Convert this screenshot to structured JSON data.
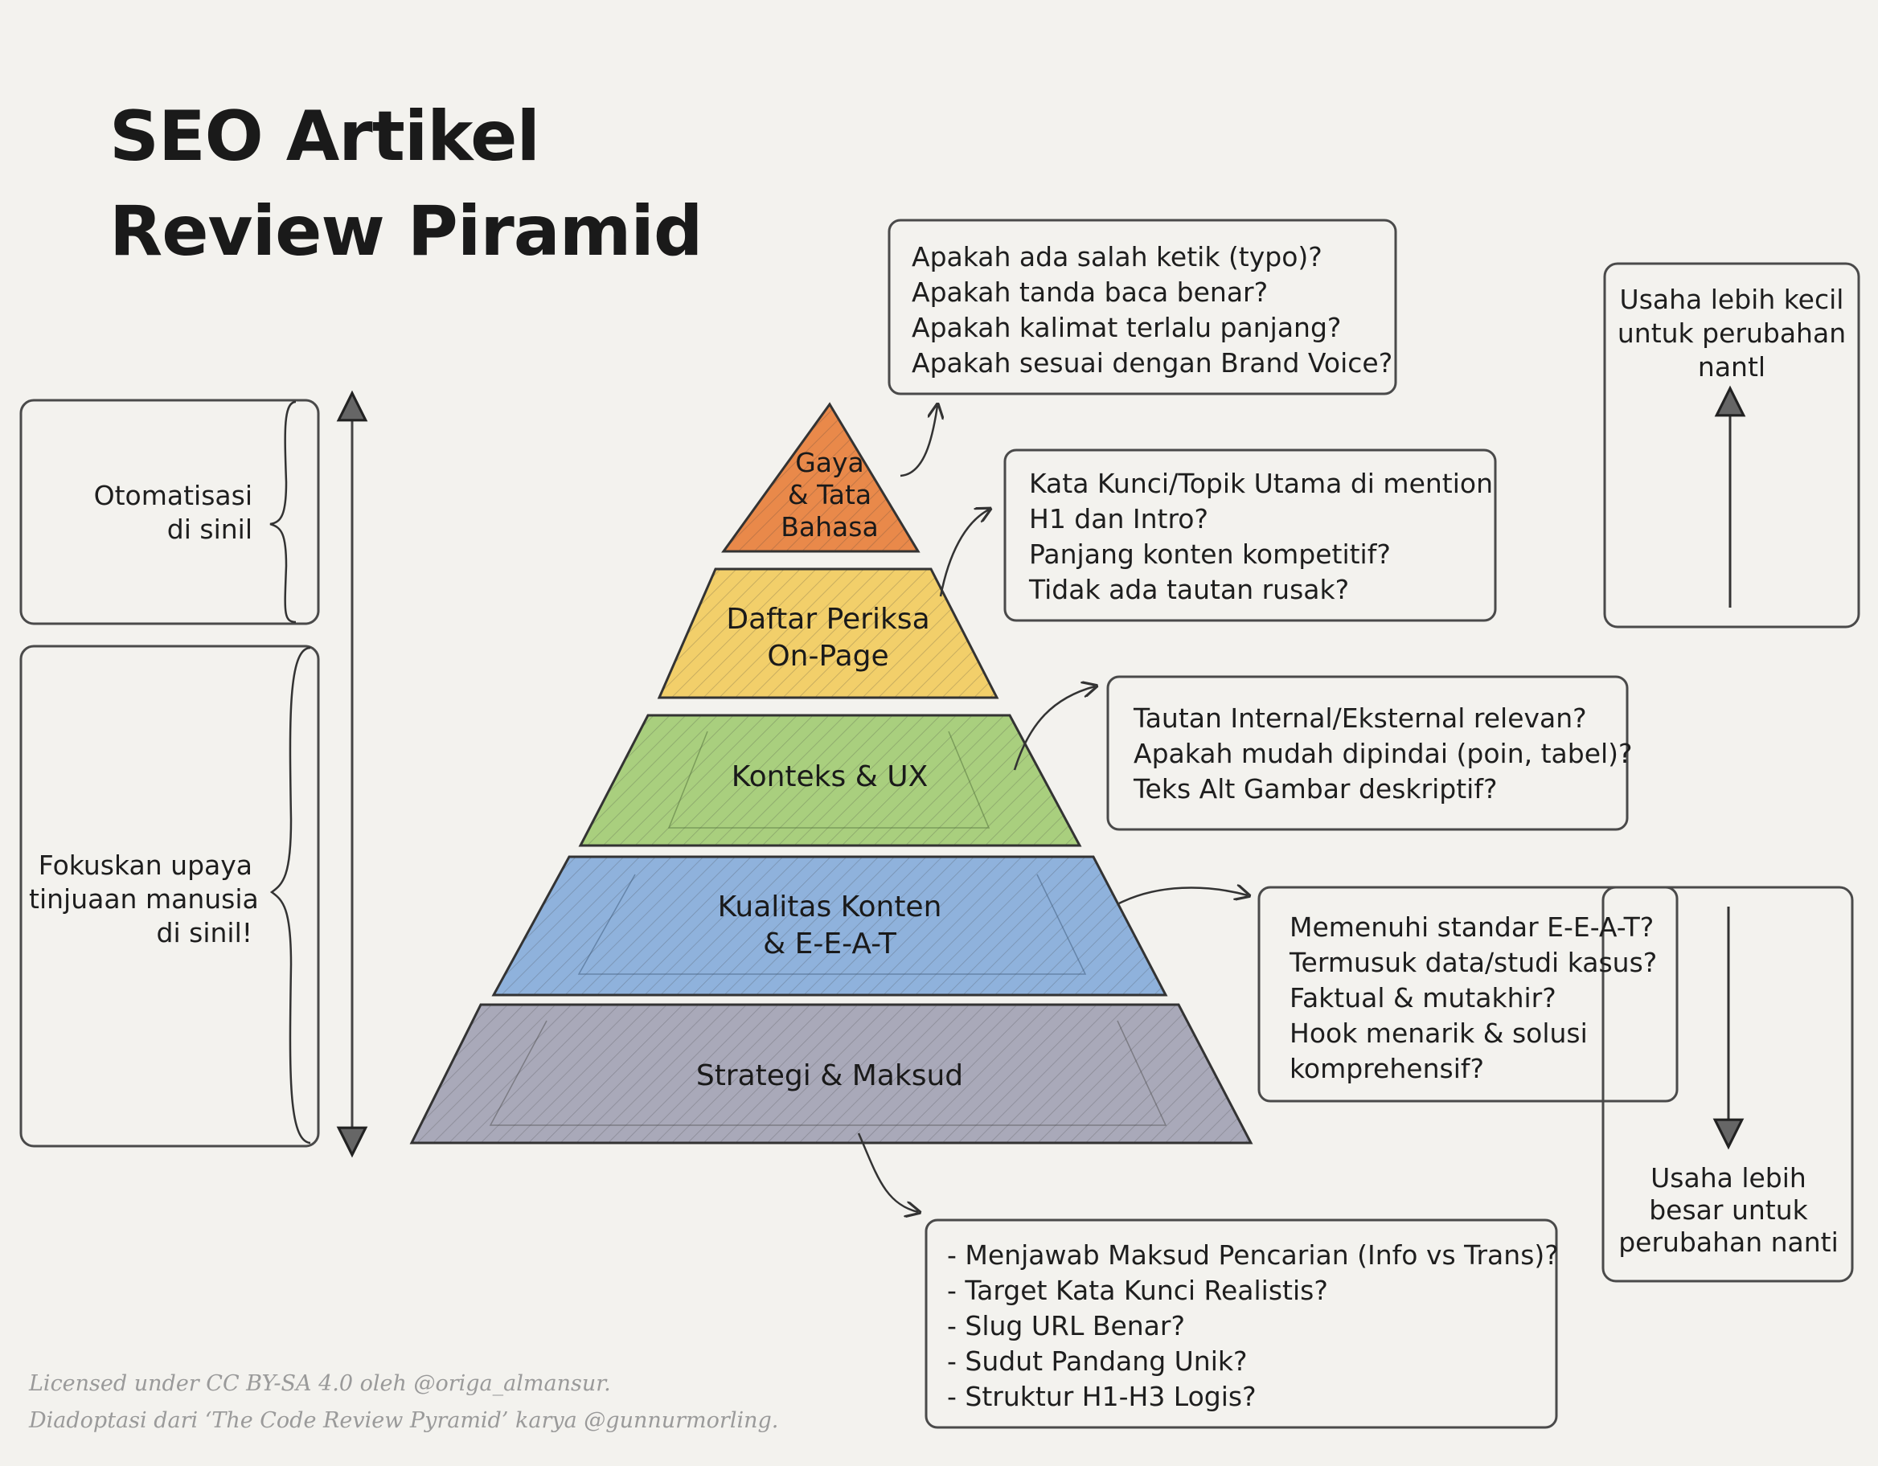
{
  "title": {
    "line1": "SEO Artikel",
    "line2": "Review Piramid"
  },
  "pyramid": {
    "layers": [
      {
        "id": "gaya",
        "label_lines": [
          "Gaya",
          "& Tata",
          "Bahasa"
        ],
        "color": "#e9894a"
      },
      {
        "id": "daftar",
        "label_lines": [
          "Daftar Periksa",
          "On-Page"
        ],
        "color": "#f2cf6a"
      },
      {
        "id": "konteks",
        "label_lines": [
          "Konteks & UX"
        ],
        "color": "#a9cf7e"
      },
      {
        "id": "kualitas",
        "label_lines": [
          "Kualitas Konten",
          "& E-E-A-T"
        ],
        "color": "#8fb2dc"
      },
      {
        "id": "strategi",
        "label_lines": [
          "Strategi & Maksud"
        ],
        "color": "#a9a9b9"
      }
    ]
  },
  "callouts": {
    "gaya": [
      "Apakah ada salah ketik (typo)?",
      "Apakah tanda baca benar?",
      "Apakah kalimat terlalu panjang?",
      "Apakah sesuai dengan Brand Voice?"
    ],
    "daftar": [
      "Kata Kunci/Topik Utama di mention",
      "H1 dan Intro?",
      "Panjang konten kompetitif?",
      "Tidak ada tautan rusak?"
    ],
    "konteks": [
      "Tautan Internal/Eksternal relevan?",
      "Apakah mudah dipindai (poin, tabel)?",
      "Teks Alt Gambar deskriptif?"
    ],
    "kualitas": [
      "Memenuhi standar E-E-A-T?",
      "Termusuk data/studi kasus?",
      "Faktual & mutakhir?",
      "Hook menarik & solusi",
      "komprehensif?"
    ],
    "strategi": [
      "- Menjawab Maksud Pencarian (Info vs Trans)?",
      "- Target Kata Kunci Realistis?",
      "- Slug URL Benar?",
      "- Sudut Pandang Unik?",
      "- Struktur H1-H3 Logis?"
    ]
  },
  "left_panel": {
    "automation": [
      "Otomatisasi",
      "di sinil"
    ],
    "human": [
      "Fokuskan upaya",
      "tinjuaan manusia",
      "di sinil!"
    ]
  },
  "right_panel": {
    "top": [
      "Usaha lebih kecil",
      "untuk perubahan",
      "nantl"
    ],
    "bottom": [
      "Usaha lebih",
      "besar untuk",
      "perubahan nanti"
    ]
  },
  "footer": {
    "line1": "Licensed under CC BY-SA 4.0 oleh @origa_almansur.",
    "line2": "Diadoptasi dari ‘The Code Review Pyramid’ karya @gunnurmorling."
  }
}
